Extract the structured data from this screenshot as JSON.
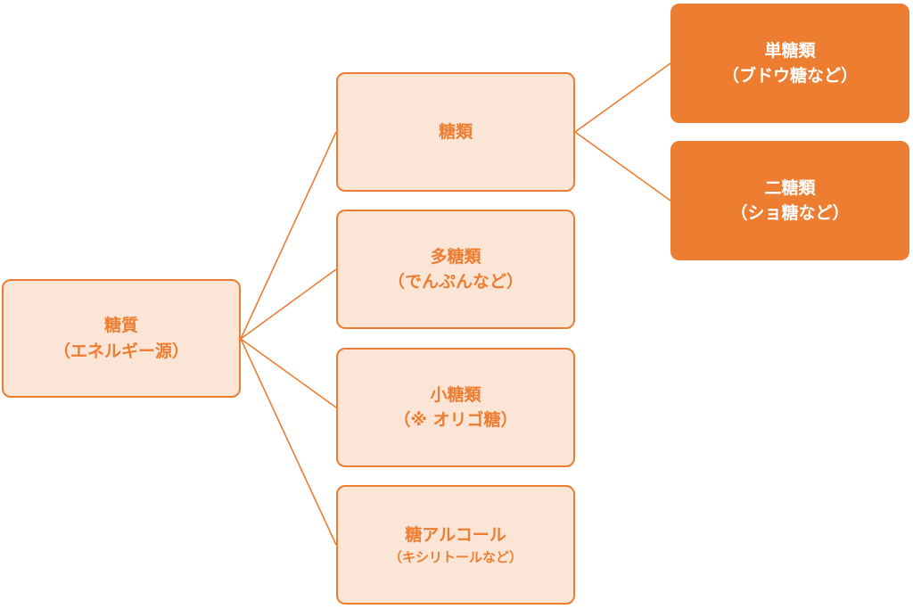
{
  "colors": {
    "accent": "#ed7d31",
    "fill_light": "#fbe5d6",
    "text_on_dark": "#ffffff"
  },
  "nodes": {
    "root": {
      "title": "糖質",
      "subtitle": "（エネルギー源）"
    },
    "sugars": {
      "title": "糖類"
    },
    "polysaccharide": {
      "title": "多糖類",
      "subtitle": "（でんぷんなど）"
    },
    "oligosaccharide": {
      "title": "小糖類",
      "subtitle": "（※ オリゴ糖）"
    },
    "sugar_alcohol": {
      "title": "糖アルコール",
      "subtitle": "（キシリトールなど）"
    },
    "monosaccharide": {
      "title": "単糖類",
      "subtitle": "（ブドウ糖など）"
    },
    "disaccharide": {
      "title": "二糖類",
      "subtitle": "（ショ糖など）"
    }
  }
}
